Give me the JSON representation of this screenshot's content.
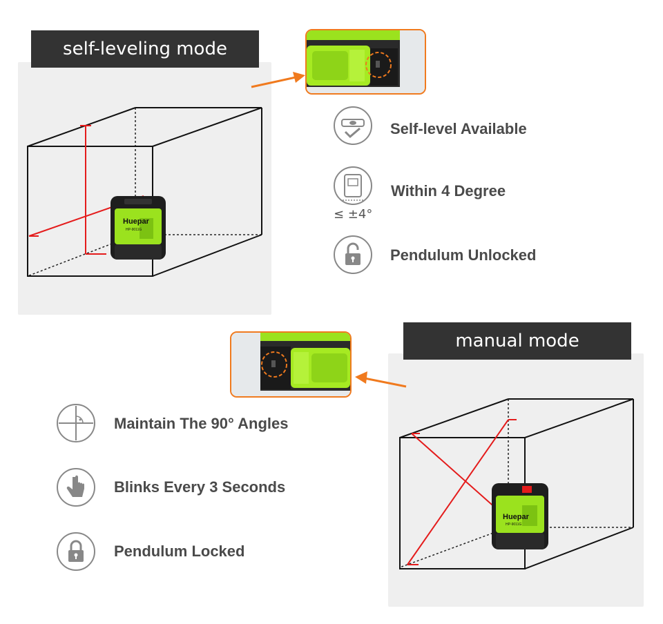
{
  "self_leveling": {
    "mode_label": "self-leveling mode",
    "features": [
      {
        "icon": "level-check-icon",
        "text": "Self-level Available"
      },
      {
        "icon": "tilt-range-icon",
        "text": "Within 4 Degree",
        "note": "≤ ±4°"
      },
      {
        "icon": "unlocked-padlock-icon",
        "text": "Pendulum Unlocked"
      }
    ]
  },
  "manual": {
    "mode_label": "manual mode",
    "features": [
      {
        "icon": "crosshair-angle-icon",
        "text": "Maintain The 90° Angles"
      },
      {
        "icon": "pointing-hand-icon",
        "text": "Blinks Every 3 Seconds"
      },
      {
        "icon": "locked-padlock-icon",
        "text": "Pendulum Locked"
      }
    ]
  },
  "device": {
    "brand": "Huepar",
    "model": "HP-9011G"
  },
  "colors": {
    "accent_orange": "#f07a1e",
    "laser_red": "#e41b1b",
    "device_green": "#9be21e",
    "label_dark": "#333333",
    "panel_gray": "#efefef"
  }
}
